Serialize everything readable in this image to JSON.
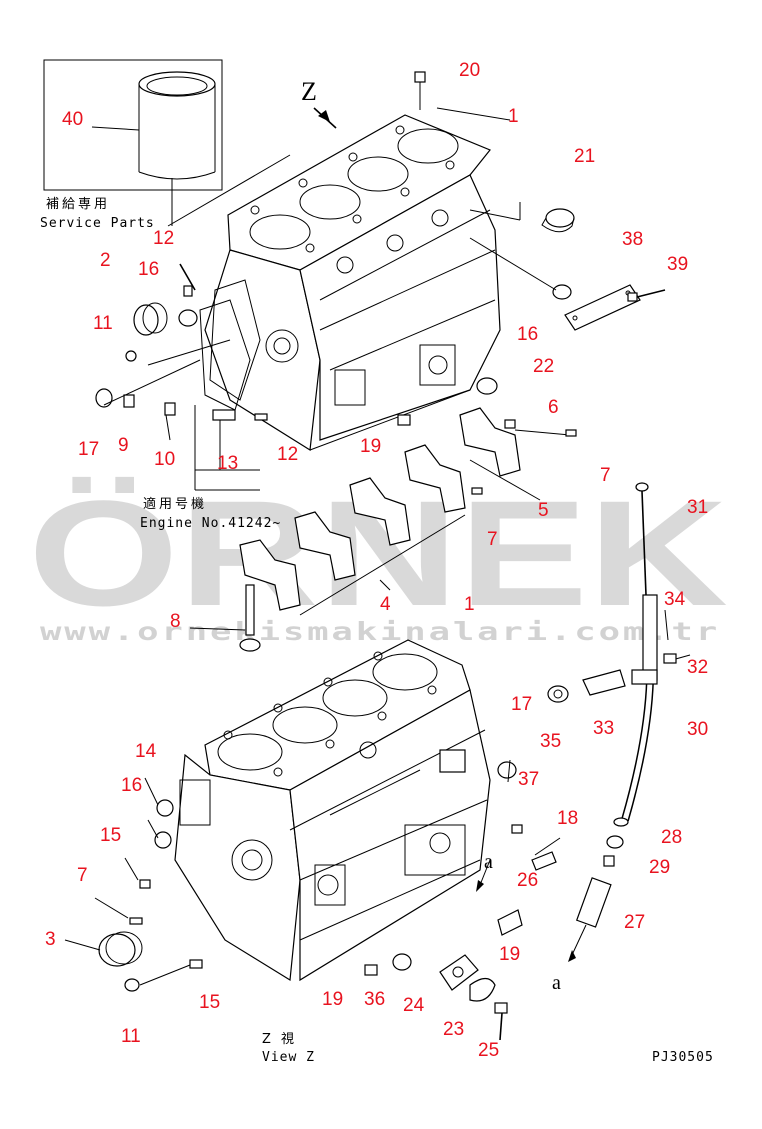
{
  "diagram": {
    "view_marker_top": "Z",
    "arrow_label_1": "a",
    "arrow_label_2": "a",
    "service_parts_jp": "補給専用",
    "service_parts_en": "Service Parts",
    "applicable_jp": "適用号機",
    "applicable_en": "Engine No.41242~",
    "view_z_jp": "Z  視",
    "view_z_en": "View Z",
    "drawing_code": "PJ30505",
    "watermark_brand": "ÖRNEK",
    "watermark_url": "www.ornekismakinalari.com.tr",
    "part_numbers": {
      "p40": "40",
      "p20": "20",
      "p1a": "1",
      "p21": "21",
      "p12a": "12",
      "p2": "2",
      "p16a": "16",
      "p38": "38",
      "p39": "39",
      "p11a": "11",
      "p16b": "16",
      "p22": "22",
      "p17a": "17",
      "p9": "9",
      "p10": "10",
      "p13": "13",
      "p12b": "12",
      "p19a": "19",
      "p6": "6",
      "p7a": "7",
      "p5": "5",
      "p7b": "7",
      "p31": "31",
      "p4": "4",
      "p8": "8",
      "p1b": "1",
      "p34": "34",
      "p32": "32",
      "p17b": "17",
      "p33": "33",
      "p35": "35",
      "p30": "30",
      "p14": "14",
      "p16c": "16",
      "p37": "37",
      "p15a": "15",
      "p18": "18",
      "p7c": "7",
      "p26": "26",
      "p28": "28",
      "p29": "29",
      "p3": "3",
      "p27": "27",
      "p19b": "19",
      "p15b": "15",
      "p19c": "19",
      "p36": "36",
      "p24": "24",
      "p11b": "11",
      "p23": "23",
      "p25": "25"
    }
  }
}
